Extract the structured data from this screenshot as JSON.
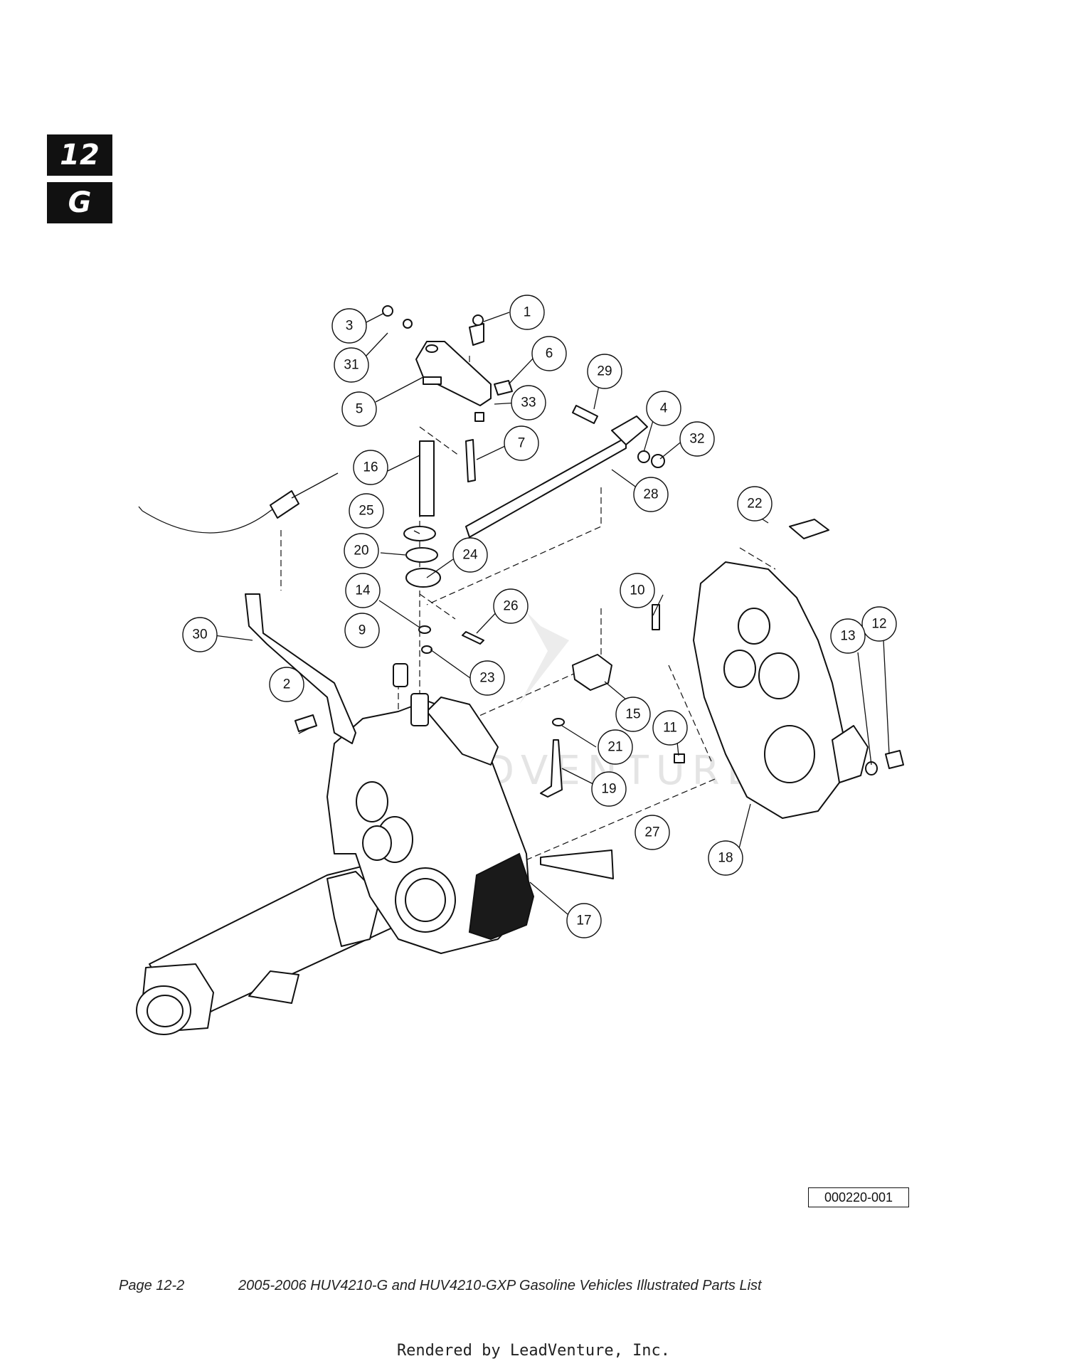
{
  "section_tab": {
    "number": "12",
    "letter": "G"
  },
  "callouts": [
    "1",
    "2",
    "3",
    "4",
    "5",
    "6",
    "7",
    "9",
    "10",
    "11",
    "12",
    "13",
    "14",
    "15",
    "16",
    "17",
    "18",
    "19",
    "20",
    "21",
    "22",
    "23",
    "24",
    "25",
    "26",
    "27",
    "28",
    "29",
    "30",
    "31",
    "32",
    "33"
  ],
  "watermark": "LEADVENTURE",
  "figure_id": "000220-001",
  "footer": {
    "page": "Page 12-2",
    "title": "2005-2006 HUV4210-G and HUV4210-GXP Gasoline Vehicles Illustrated Parts List"
  },
  "rendered_by": "Rendered by LeadVenture, Inc."
}
